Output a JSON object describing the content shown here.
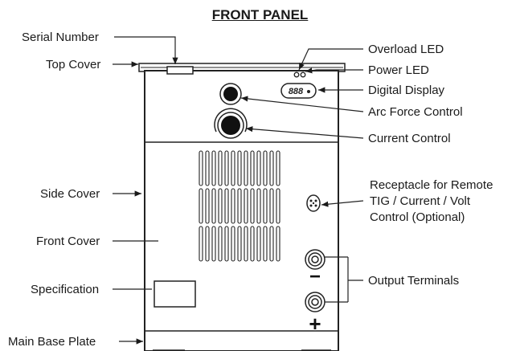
{
  "title": "FRONT PANEL",
  "display_readout": "888",
  "polarity": {
    "negative": "−",
    "positive": "+"
  },
  "labels": {
    "serial_number": "Serial Number",
    "top_cover": "Top Cover",
    "side_cover": "Side Cover",
    "front_cover": "Front Cover",
    "specification": "Specification",
    "main_base_plate": "Main Base Plate",
    "overload_led": "Overload LED",
    "power_led": "Power LED",
    "digital_display": "Digital Display",
    "arc_force_control": "Arc Force Control",
    "current_control": "Current Control",
    "receptacle": [
      "Receptacle for Remote",
      "TIG / Current / Volt",
      "Control (Optional)"
    ],
    "output_terminals": "Output Terminals"
  }
}
